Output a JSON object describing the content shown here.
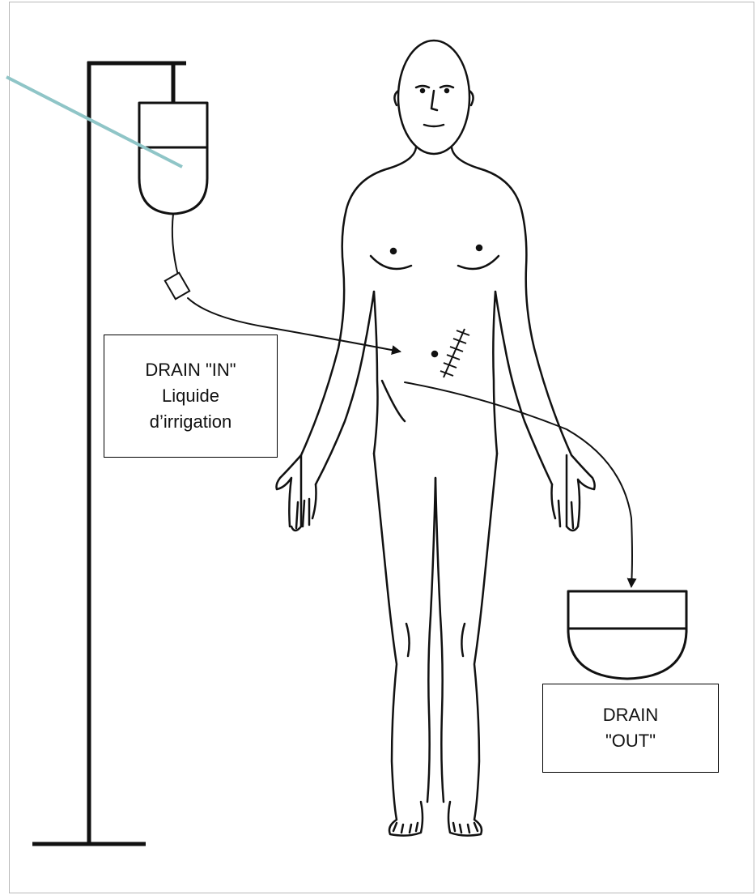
{
  "drain_in": {
    "line1": "DRAIN \"IN\"",
    "line2": "Liquide",
    "line3": "d’irrigation"
  },
  "drain_out": {
    "line1": "DRAIN",
    "line2": "\"OUT\""
  },
  "colors": {
    "pointer_line": "#8fc5c7",
    "ink": "#111111"
  },
  "icons": [
    "iv-pole-icon",
    "irrigation-bag-icon",
    "collection-container-icon",
    "human-figure-icon",
    "arrow-head-icon"
  ]
}
